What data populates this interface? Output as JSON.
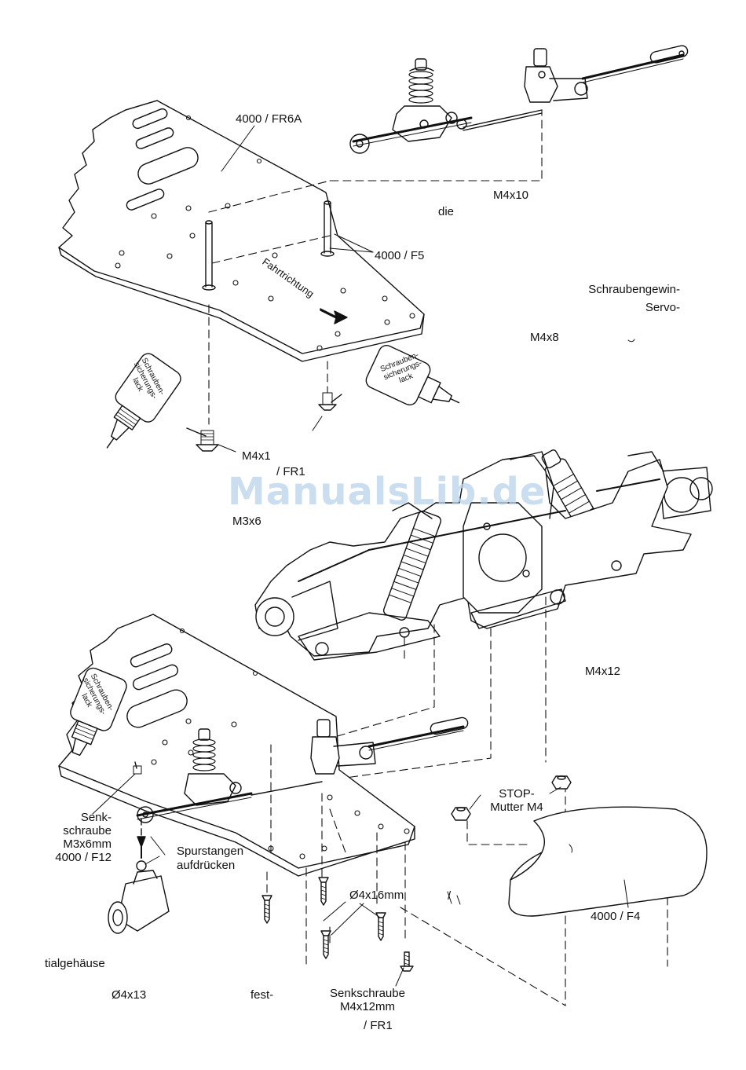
{
  "watermark": "ManualsLib.de",
  "labels": {
    "chassis_top": "4000 / FR6A",
    "m4x10": "M4x10",
    "die": "die",
    "posts": "4000 / F5",
    "schrauben_gewin": "Schraubengewin-",
    "servo": "Servo-",
    "m4x8": "M4x8",
    "m4x1": "M4x1",
    "fr1_top": "/ FR1",
    "m3x6": "M3x6",
    "m4x12": "M4x12",
    "stop_mutter_1": "STOP-",
    "stop_mutter_2": "Mutter M4",
    "senk_1": "Senk-",
    "senk_2": "schraube",
    "senk_3": "M3x6mm",
    "senk_4": "4000 / F12",
    "spur_1": "Spurstangen",
    "spur_2": "aufdrücken",
    "d4x16": "Ø4x16mm",
    "slash": "/",
    "f4": "4000 / F4",
    "tialgehaeuse": "tialgehäuse",
    "d4x13": "Ø4x13",
    "fest": "fest-",
    "senkschraube_1": "Senkschraube",
    "senkschraube_2": "M4x12mm",
    "fr1_bottom": "/ FR1"
  },
  "bottle_text": [
    "Schrauben-",
    "sicherungs-",
    "lack"
  ],
  "direction_text": "Fahrtrichtung"
}
